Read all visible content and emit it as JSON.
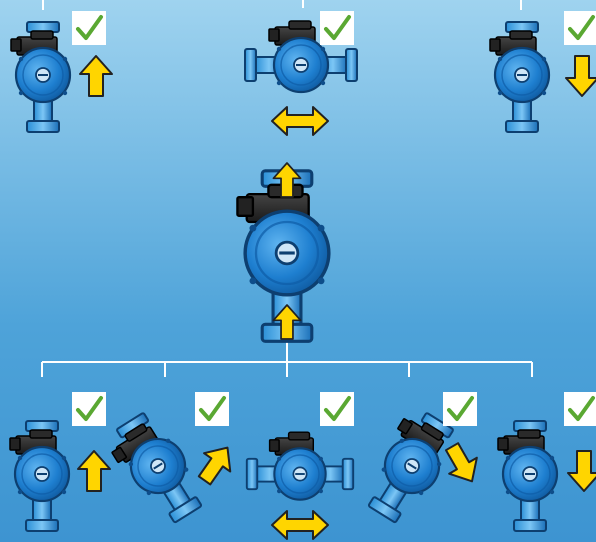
{
  "colors": {
    "background_top": "#9fd3ef",
    "background_bottom": "#3d94d1",
    "pump_blue": "#1e7fd0",
    "pump_dark": "#0d3f70",
    "motor_black": "#1a1a1a",
    "arrow_yellow": "#ffd500",
    "check_green": "#5aa832",
    "connector_line": "#ffffff"
  },
  "main_pump": {
    "flow": "up",
    "orientation": "upright"
  },
  "installations": [
    {
      "group": "top",
      "orientation": "upright",
      "flow": "up",
      "allowed": true,
      "icon": "checkmark-icon"
    },
    {
      "group": "top",
      "orientation": "horizontal",
      "flow": "both",
      "allowed": true,
      "icon": "checkmark-icon"
    },
    {
      "group": "top",
      "orientation": "upright",
      "flow": "down",
      "allowed": true,
      "icon": "checkmark-icon"
    },
    {
      "group": "bottom",
      "orientation": "upright",
      "flow": "up",
      "allowed": true,
      "icon": "checkmark-icon"
    },
    {
      "group": "bottom",
      "orientation": "tilted-left",
      "flow": "up",
      "allowed": true,
      "icon": "checkmark-icon"
    },
    {
      "group": "bottom",
      "orientation": "horizontal",
      "flow": "both",
      "allowed": true,
      "icon": "checkmark-icon"
    },
    {
      "group": "bottom",
      "orientation": "tilted-right",
      "flow": "down",
      "allowed": true,
      "icon": "checkmark-icon"
    },
    {
      "group": "bottom",
      "orientation": "upright",
      "flow": "down",
      "allowed": true,
      "icon": "checkmark-icon"
    }
  ]
}
